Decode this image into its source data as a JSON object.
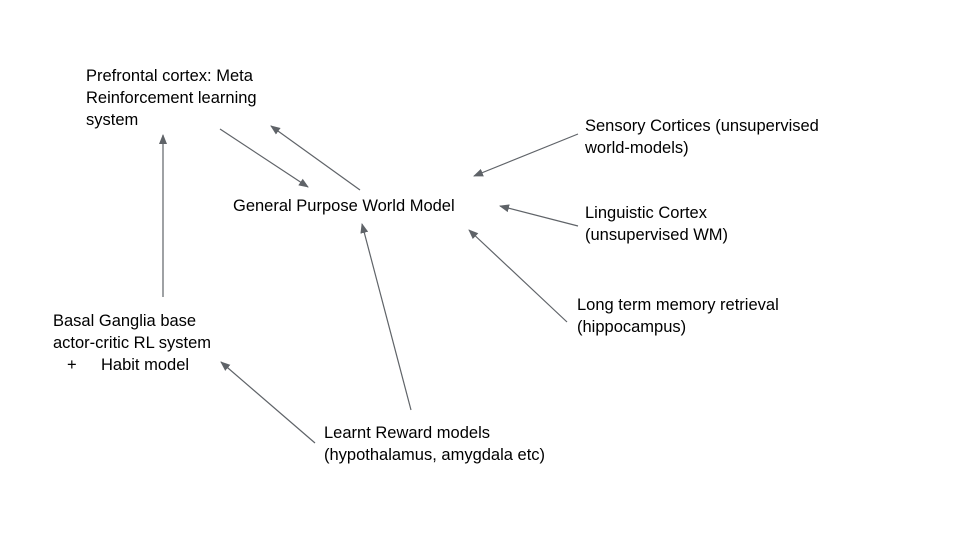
{
  "diagram": {
    "nodes": {
      "prefrontal": {
        "lines": [
          "Prefrontal cortex: Meta",
          "Reinforcement learning",
          "system"
        ]
      },
      "gpwm": {
        "lines": [
          "General Purpose World Model"
        ]
      },
      "sensory": {
        "lines": [
          "Sensory Cortices (unsupervised",
          "world-models)"
        ]
      },
      "linguistic": {
        "lines": [
          "Linguistic Cortex",
          "(unsupervised WM)"
        ]
      },
      "ltm": {
        "lines": [
          "Long term memory retrieval",
          "(hippocampus)"
        ]
      },
      "basal": {
        "lines": [
          "Basal Ganglia base",
          "actor-critic RL system"
        ],
        "plus": "+",
        "habit": "Habit model"
      },
      "reward": {
        "lines": [
          "Learnt Reward models",
          "(hypothalamus, amygdala etc)"
        ]
      }
    },
    "edges": [
      {
        "from": "prefrontal",
        "to": "gpwm"
      },
      {
        "from": "gpwm",
        "to": "prefrontal"
      },
      {
        "from": "sensory",
        "to": "gpwm"
      },
      {
        "from": "linguistic",
        "to": "gpwm"
      },
      {
        "from": "ltm",
        "to": "gpwm"
      },
      {
        "from": "basal",
        "to": "prefrontal"
      },
      {
        "from": "reward",
        "to": "gpwm"
      },
      {
        "from": "reward",
        "to": "basal"
      }
    ],
    "edge_color": "#5f6368"
  }
}
